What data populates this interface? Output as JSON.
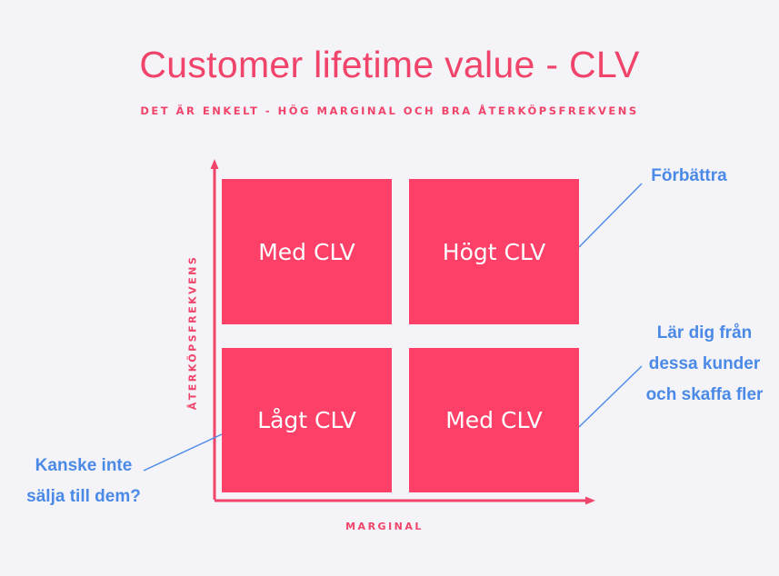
{
  "title": "Customer lifetime value - CLV",
  "subtitle": "DET ÄR ENKELT - HÖG MARGINAL OCH BRA ÅTERKÖPSFREKVENS",
  "axes": {
    "y_label": "ÅTERKÖPSFREKVENS",
    "x_label": "MARGINAL"
  },
  "quadrants": {
    "top_left": "Med CLV",
    "top_right": "Högt CLV",
    "bottom_left": "Lågt CLV",
    "bottom_right": "Med CLV"
  },
  "annotations": {
    "top_right": [
      "Förbättra"
    ],
    "bottom_right": [
      "Lär dig från",
      "dessa kunder",
      "och skaffa fler"
    ],
    "bottom_left": [
      "Kanske inte",
      "sälja till dem?"
    ]
  },
  "colors": {
    "background": "#f4f3f8",
    "accent": "#f0446a",
    "quadrant_fill": "#fc4067",
    "quadrant_text": "#ffffff",
    "annotation": "#4a8ae6"
  }
}
